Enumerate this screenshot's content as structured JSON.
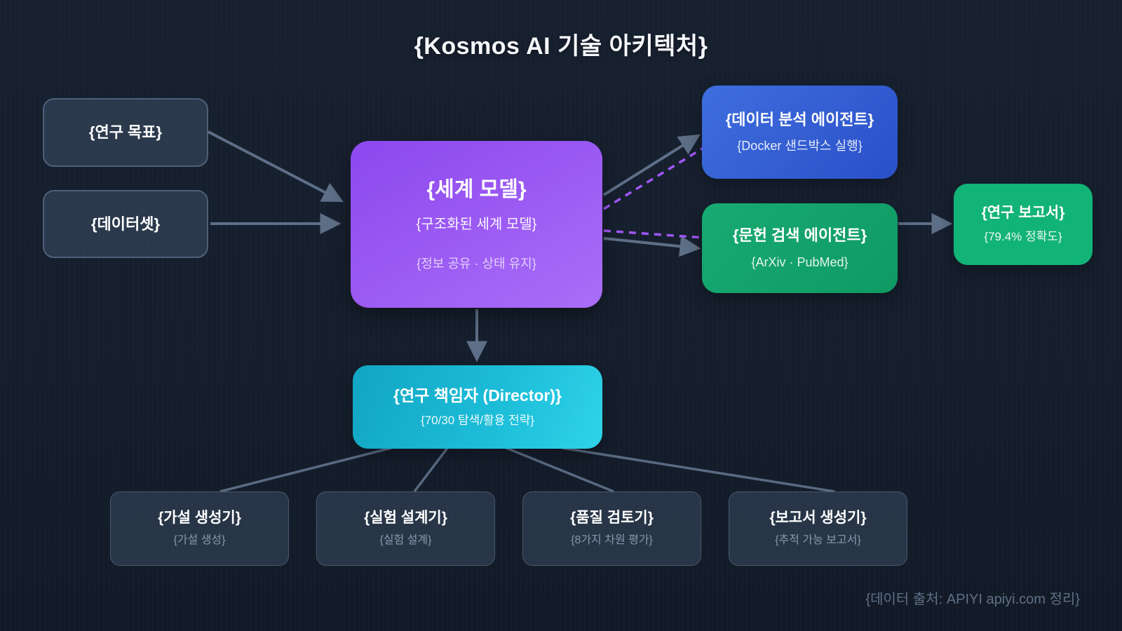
{
  "title": "{Kosmos AI 기술 아키텍처}",
  "footer": "{데이터 출처: APIYI apiyi.com 정리}",
  "colors": {
    "background": "#151e2d",
    "world_model_gradient_start": "#8c48ee",
    "world_model_gradient_end": "#a96ef8",
    "data_analysis_gradient_start": "#3e6ede",
    "data_analysis_gradient_end": "#2b50c8",
    "literature_gradient_start": "#17aa72",
    "literature_gradient_end": "#0f9a64",
    "research_report_fill": "#12b377",
    "director_gradient_start": "#12a5c3",
    "director_gradient_end": "#2fd3e8",
    "neutral_box_fill": "#3e4e66",
    "neutral_box_border": "#4e6078",
    "arrow": "#5d6f87",
    "dashed_link": "#a156f6",
    "muted_text": "#8a97aa",
    "footer_text": "#5f7085"
  },
  "nodes": {
    "research_goal": {
      "label": "{연구 목표}"
    },
    "dataset": {
      "label": "{데이터셋}"
    },
    "world_model": {
      "title": "{세계 모델}",
      "subtitle": "{구조화된 세계 모델}",
      "note": "{정보 공유 · 상태 유지}"
    },
    "data_analysis_agent": {
      "title": "{데이터 분석 에이전트}",
      "subtitle": "{Docker 샌드박스 실행}"
    },
    "literature_search_agent": {
      "title": "{문헌 검색 에이전트}",
      "subtitle": "{ArXiv · PubMed}"
    },
    "research_report": {
      "title": "{연구 보고서}",
      "subtitle": "{79.4% 정확도}"
    },
    "director": {
      "title": "{연구 책임자 (Director)}",
      "subtitle": "{70/30 탐색/활용 전략}"
    },
    "hypothesis_generator": {
      "title": "{가설 생성기}",
      "subtitle": "{가설 생성}"
    },
    "experiment_designer": {
      "title": "{실험 설계기}",
      "subtitle": "{실험 설계}"
    },
    "quality_reviewer": {
      "title": "{품질 검토기}",
      "subtitle": "{8가지 차원 평가}"
    },
    "report_generator": {
      "title": "{보고서 생성기}",
      "subtitle": "{추적 가능 보고서}"
    }
  }
}
